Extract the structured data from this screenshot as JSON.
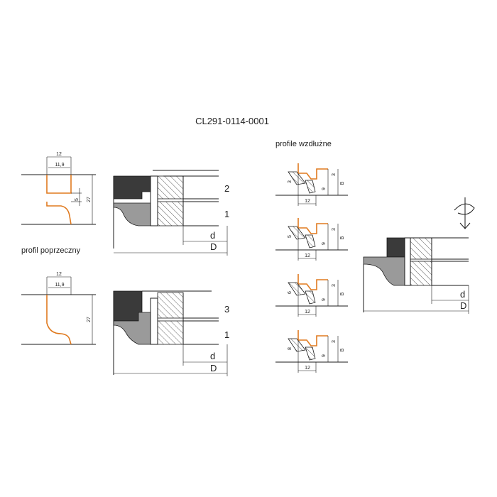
{
  "title": "CL291-0114-0001",
  "caption_cross": "profil poprzeczny",
  "caption_long": "profile wzdłużne",
  "labels": {
    "tool_top_upper": "2",
    "tool_top_lower": "1",
    "tool_bot_upper": "3",
    "tool_bot_lower": "1",
    "d": "d",
    "D": "D"
  },
  "cross_profiles": [
    {
      "width_outer": "12",
      "width_inner": "11,9",
      "height": "27",
      "gap": "5"
    },
    {
      "width_outer": "12",
      "width_inner": "11,9",
      "height": "27"
    }
  ],
  "long_profiles": [
    {
      "left_dim": "3",
      "right_dim": "3",
      "depth": "9",
      "width": "12",
      "side": "B"
    },
    {
      "left_dim": "5",
      "right_dim": "3",
      "depth": "9",
      "width": "12",
      "side": "B"
    },
    {
      "left_dim": "6",
      "right_dim": "3",
      "depth": "9",
      "width": "12",
      "side": "B"
    },
    {
      "left_dim": "8",
      "right_dim": "3",
      "depth": "9",
      "width": "12",
      "side": "B"
    }
  ]
}
